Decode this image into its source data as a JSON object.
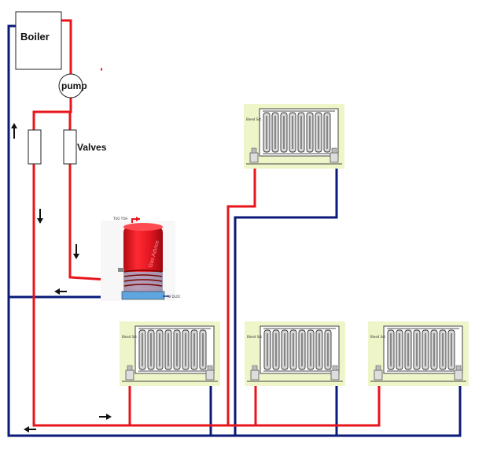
{
  "labels": {
    "boiler": "Boiler",
    "pump": "pump",
    "valves": "Valves"
  },
  "cylinder": {
    "hot_out": "TUO TOH",
    "cold_in": "NI DLOC",
    "watermark": "Gas Advice"
  },
  "radiators": [
    {
      "name": "radiator-top"
    },
    {
      "name": "radiator-bottom-left"
    },
    {
      "name": "radiator-bottom-middle"
    },
    {
      "name": "radiator-bottom-right"
    }
  ],
  "colors": {
    "flow": "#e8141b",
    "return": "#0a1a78",
    "radiator_bg": "#eef5c8",
    "cylinder": "#e01420"
  }
}
